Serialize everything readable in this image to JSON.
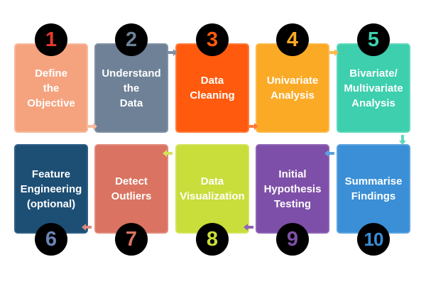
{
  "steps": [
    {
      "number": "1",
      "label": "Define\nthe\nObjective",
      "fill": "#F5A37F",
      "border": "#F7B99C",
      "number_color": "#E8372B"
    },
    {
      "number": "2",
      "label": "Understand\nthe\nData",
      "fill": "#6E8197",
      "border": "#7F90A3",
      "number_color": "#6E8197"
    },
    {
      "number": "3",
      "label": "Data\nCleaning",
      "fill": "#FF5A0D",
      "border": "#FF7A3A",
      "number_color": "#FF5A0D"
    },
    {
      "number": "4",
      "label": "Univariate\nAnalysis",
      "fill": "#FBAA26",
      "border": "#FCB94A",
      "number_color": "#FBAA26"
    },
    {
      "number": "5",
      "label": "Bivariate/\nMultivariate\nAnalysis",
      "fill": "#3DCFAE",
      "border": "#5ED8BC",
      "number_color": "#3DCFAE"
    },
    {
      "number": "6",
      "label": "Feature\nEngineering\n(optional)",
      "fill": "#1D4F75",
      "border": "#2D5E84",
      "number_color": "#6A85B6"
    },
    {
      "number": "7",
      "label": "Detect Outliers",
      "fill": "#DA7361",
      "border": "#E08A7B",
      "number_color": "#DA7361"
    },
    {
      "number": "8",
      "label": "Data\nVisualization",
      "fill": "#C9DD3B",
      "border": "#D3E35A",
      "number_color": "#C9DD3B"
    },
    {
      "number": "9",
      "label": "Initial\nHypothesis\nTesting",
      "fill": "#7E4FA8",
      "border": "#8F63B6",
      "number_color": "#7E4FA8"
    },
    {
      "number": "10",
      "label": "Summarise\nFindings",
      "fill": "#3A8FD6",
      "border": "#5AA2DE",
      "number_color": "#3A8FD6"
    }
  ]
}
